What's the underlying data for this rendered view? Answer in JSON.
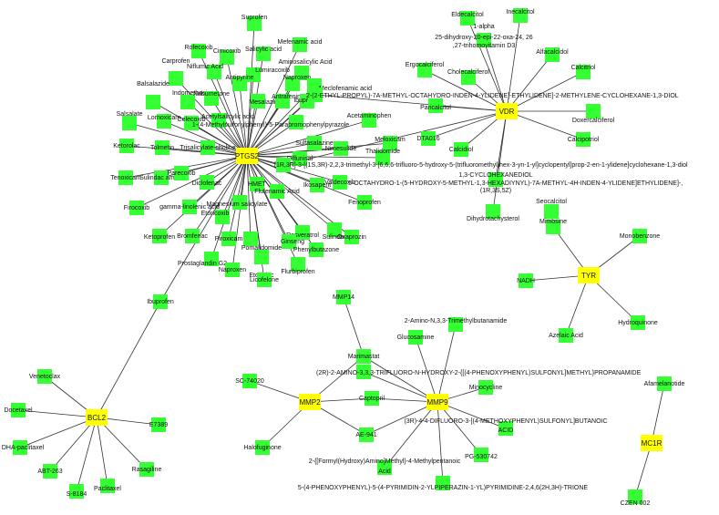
{
  "colors": {
    "hub": "#ffff00",
    "drug": "#33ff33",
    "edge": "#333333",
    "text": "#111111"
  },
  "hubs": {
    "ptgs2": "PTGS2",
    "vdr": "VDR",
    "tyr": "TYR",
    "bcl2": "BCL2",
    "mmp2": "MMP2",
    "mmp9": "MMP9",
    "mc1r": "MC1R"
  },
  "nodes": {
    "suprofen": "Suprofen",
    "rofecoxib": "Rofecoxib",
    "cimicoxib": "Cimicoxib",
    "salicylic_acid": "Salicylic acid",
    "mefenamic_acid": "Mefenamic acid",
    "carprofen": "Carprofen",
    "niflumic_acid": "Niflumic Acid",
    "aminosalicylic_acid": "Aminosalicylic Acid",
    "lumiracoxib": "Lumiracoxib",
    "antipyrine": "Antipyrine",
    "naproxen_top": "Naproxen",
    "meclofenamic_acid": "Meclofenamic acid",
    "balsalazide": "Balsalazide",
    "indomethacin": "Indomethacin",
    "nabumetone": "Nabumetone",
    "mesalazine": "Mesalazine",
    "antrafenine": "Antrafenine",
    "ibuprofen_top": "Ibuprofen",
    "propan": "2-(2-ETHYL-PROPYL)-7A-METHYL-OCTAHYDRO-INDEN-4-YLIDENE]-ETHYLIDENE]-2-METHYLENE-CYCLOHEXANE-1,3-DIOL",
    "salsalate": "Salsalate",
    "lornoxicam": "Lornoxicam",
    "celecoxib": "Celecoxib",
    "acetylsalicylic_acid": "Acetylsalicylic acid",
    "parabromophenyl": "1-(4-Methylsulfonylphenyl)-5-Parabromophenylpyrazole",
    "acetaminophen": "Acetaminophen",
    "ketorolac": "Ketorolac",
    "tolmetin": "Tolmetin",
    "trisalicylate": "Trisalicylate-choline",
    "sulfasalazine": "Sulfasalazine",
    "nimesulide": "Nimesulide",
    "meloxicam": "Meloxicam",
    "diflunisal": "Diflunisal",
    "thalidomide": "Thalidomide",
    "trifluoro_long": "[1R,3R]-3-[(1S,3R)-2,2,3-trimethyl-3-[6,6,6-trifluoro-5-hydroxy-5-(trifluoromethyl)hex-3-yn-1-yl]cyclopentyl]prop-2-en-1-ylidene]cyclohexane-1,3-diol",
    "tenoxicam": "Tenoxicam",
    "sulindac_amide": "Sulindac amide",
    "parecoxib": "Parecoxib",
    "diclofenac": "Diclofenac",
    "hmet": "HMET",
    "flufenamic_acid": "Flufenamic Acid",
    "valdecoxib": "Valdecoxib",
    "ikosapent": "Ikosapent",
    "frirocoxib": "Firocoxib",
    "gamma_linolenic": "gamma-linolenic acid",
    "magnesium_salicylate": "Magnesium salicylate",
    "etoricoxib": "Etoricoxib",
    "fenoprofen": "Fenoprofen",
    "resveratrol": "Resveratrol",
    "sulindac": "Sulindac",
    "ketoprofen": "Ketoprofen",
    "bromfenac": "Bromfenac",
    "piroxicam": "Piroxicam",
    "pomalidomide": "Pomalidomide",
    "ginseng": "Ginseng",
    "oxaprozin": "Oxaprozin",
    "phenylbutazone": "Phenylbutazone",
    "prostaglandin": "Prostaglandin G2",
    "naproxen": "Naproxen",
    "etodolac": "Etodolac",
    "flurbiprofen": "Flurbiprofen",
    "licofelone": "Licofelone",
    "ibuprofen": "Ibuprofen",
    "eldecalcitol": "Eldecalcitol",
    "inecalcitol": "Inecalcitol",
    "alpha_25_l1": "1-alpha",
    "alpha_25_l2": "25-dihydroxy-20-epi-22-oxa-24, 26",
    "alpha_25_l3": ",27-trihomovitamin D3",
    "ergocalciferol": "Ergocalciferol",
    "alfacalcidol": "Alfacalcidol",
    "calcitriol": "Calcitriol",
    "cholecalciferol": "Cholecalciferol",
    "paricalcitol": "Paricalcitol",
    "doxercalciferol": "Doxercalciferol",
    "calcipotriol": "Calcipotriol",
    "dta016": "DTA016",
    "calcidiol": "Calcidiol",
    "cyclohexanediol": "1,3-CYCLOHEXANEDIOL",
    "octahydro": "5-OCTAHYDRO-1-(5-HYDROXY-5-METHYL-1,3-HEXADIYNYL)-7A-METHYL-4H-INDEN-4-YLIDENE]ETHYLIDENE]-,",
    "octahydro_cfg": "(1R,3S,5Z)",
    "dihydrotachysterol": "Dihydrotachysterol",
    "seocalcitol": "Seocalcitol",
    "mimosine": "Mimosine",
    "monobenzone": "Monobenzone",
    "nadh": "NADH",
    "hydroquinone": "Hydroquinone",
    "azelaic_acid": "Azelaic Acid",
    "mmp14": "MMP14",
    "trimethylbutanamide": "2-Amino-N,3,3-Trimethylbutanamide",
    "glucosamine": "Glucosamine",
    "marimastat": "Marimastat",
    "sulfonyl_propanamide": "(2R)-2-AMINO-3,3,3-TRIFLUORO-N-HYDROXY-2-{[(4-PHENOXYPHENYL)SULFONYL]METHYL}PROPANAMIDE",
    "sc74020": "SC-74020",
    "captopril": "Captopril",
    "minocycline": "Minocycline",
    "butanoic_l1": "(3R)-4-4-DIFLUORO-3-[(4-METHOXYPHENYL)SULFONYL]BUTANOIC",
    "butanoic_l2": "ACID",
    "ae941": "AE-941",
    "pg530742_label": "PG-530742",
    "halofuginone": "Halofuginone",
    "formyl_l1": "2-{[Formyl(Hydroxy)Amino]Methyl}-4-Methylpentanoic",
    "formyl_l2": "Acid",
    "pyrimidine_trione": "5-(4-PHENOXYPHENYL)-5-(4-PYRIMIDIN-2-YLPIPERAZIN-1-YL)PYRIMIDINE-2,4,6(2H,3H)-TRIONE",
    "venetoclax": "Venetoclax",
    "docetaxel": "Docetaxel",
    "dha_paclitaxel": "DHA-paclitaxel",
    "abt263": "ABT-263",
    "s8184": "S-8184",
    "paclitaxel": "Paclitaxel",
    "rasagiline": "Rasagiline",
    "e7389": "E7389",
    "afamelanotide": "Afamelanotide",
    "czen002": "CZEN 002"
  }
}
